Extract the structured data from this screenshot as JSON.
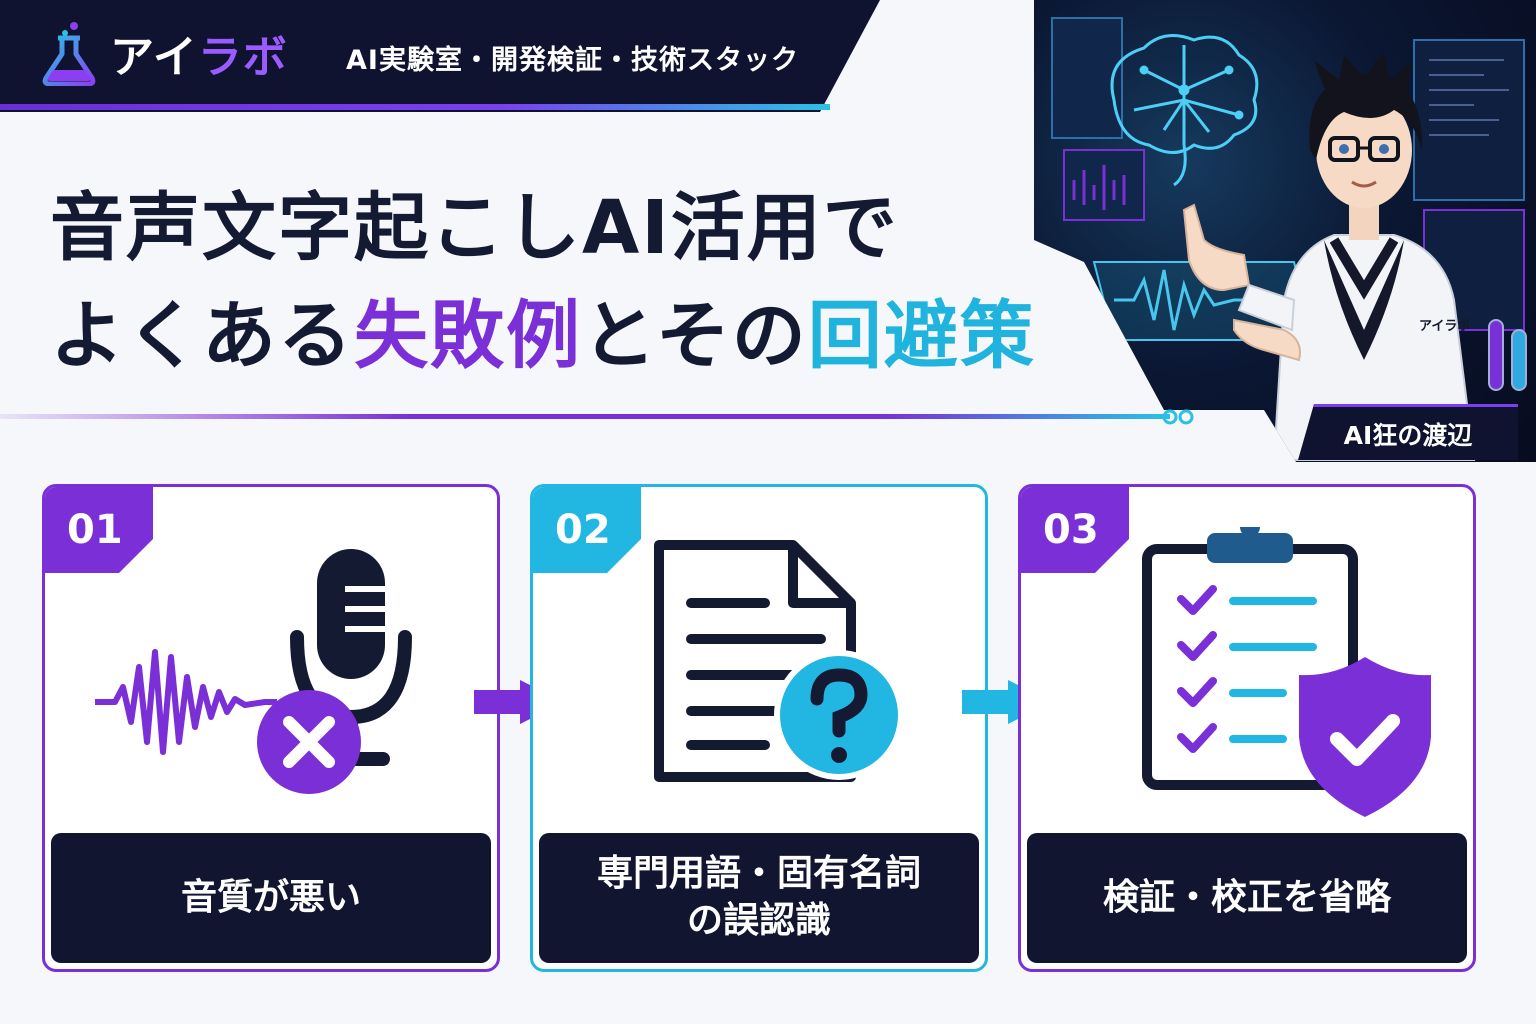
{
  "header": {
    "logo_text_main": "アイ",
    "logo_text_accent": "ラボ",
    "tagline": "AI実験室・開発検証・技術スタック",
    "logo_icon": "flask-icon"
  },
  "title": {
    "line1": "音声文字起こしAI活用で",
    "line2_prefix": "よくある",
    "line2_highlight1": "失敗例",
    "line2_middle": "とその",
    "line2_highlight2": "回避策"
  },
  "hero": {
    "name_tag": "AI狂の渡辺",
    "coat_badge": "アイラボ"
  },
  "cards": [
    {
      "number": "01",
      "label_lines": [
        "音質が悪い"
      ],
      "icon": "microphone-error-icon"
    },
    {
      "number": "02",
      "label_lines": [
        "専門用語・固有名詞",
        "の誤認識"
      ],
      "icon": "document-question-icon"
    },
    {
      "number": "03",
      "label_lines": [
        "検証・校正を省略"
      ],
      "icon": "checklist-shield-icon"
    }
  ],
  "colors": {
    "navy": "#0f1330",
    "purple": "#7b2fd6",
    "cyan": "#22b7e3",
    "background": "#f6f7fb"
  }
}
